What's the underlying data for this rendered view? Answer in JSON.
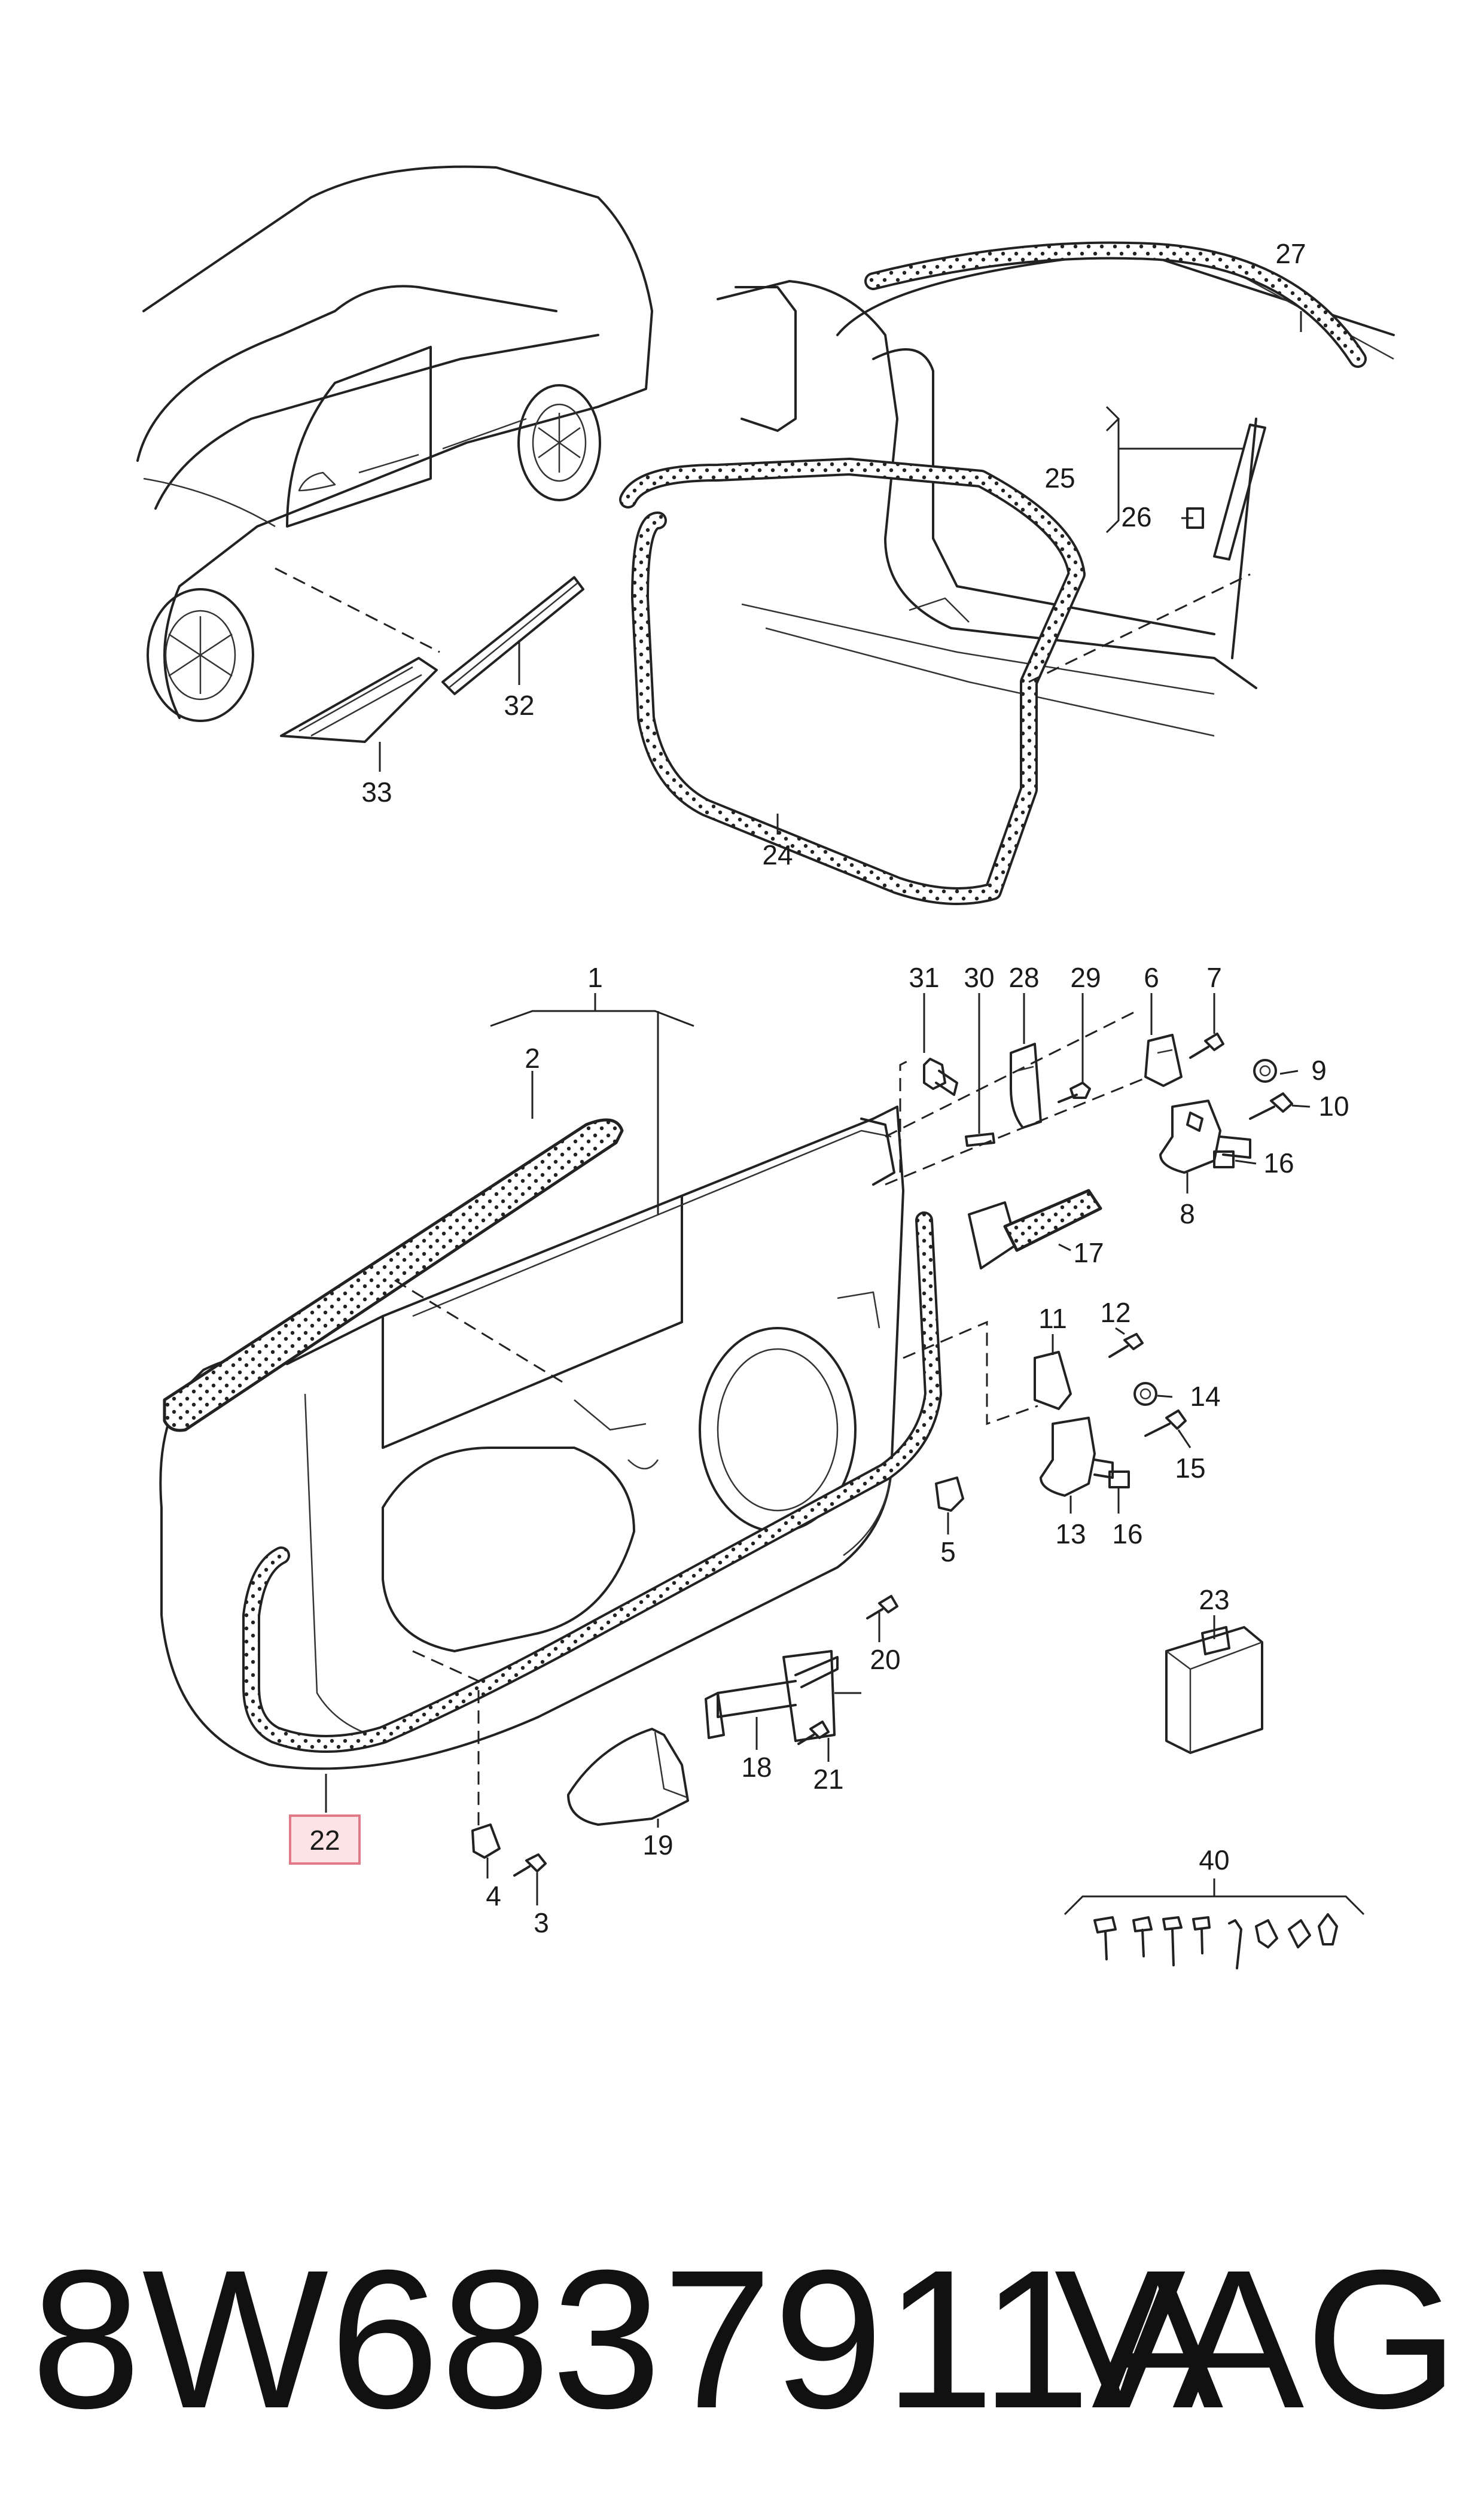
{
  "part_number": "8W6837911A",
  "brand": "VAG",
  "highlighted_callout": "22",
  "highlight_color": "#fde3e6",
  "highlight_border_color": "#e07a86",
  "callouts": {
    "c1": "1",
    "c2": "2",
    "c3": "3",
    "c4": "4",
    "c5": "5",
    "c6": "6",
    "c7": "7",
    "c8": "8",
    "c9": "9",
    "c10": "10",
    "c11": "11",
    "c12": "12",
    "c13": "13",
    "c14": "14",
    "c15": "15",
    "c16a": "16",
    "c16b": "16",
    "c17": "17",
    "c18": "18",
    "c19": "19",
    "c20": "20",
    "c21": "21",
    "c22": "22",
    "c23": "23",
    "c24": "24",
    "c25": "25",
    "c26": "26",
    "c27": "27",
    "c28": "28",
    "c29": "29",
    "c30": "30",
    "c31": "31",
    "c32": "32",
    "c33": "33",
    "c40": "40"
  }
}
